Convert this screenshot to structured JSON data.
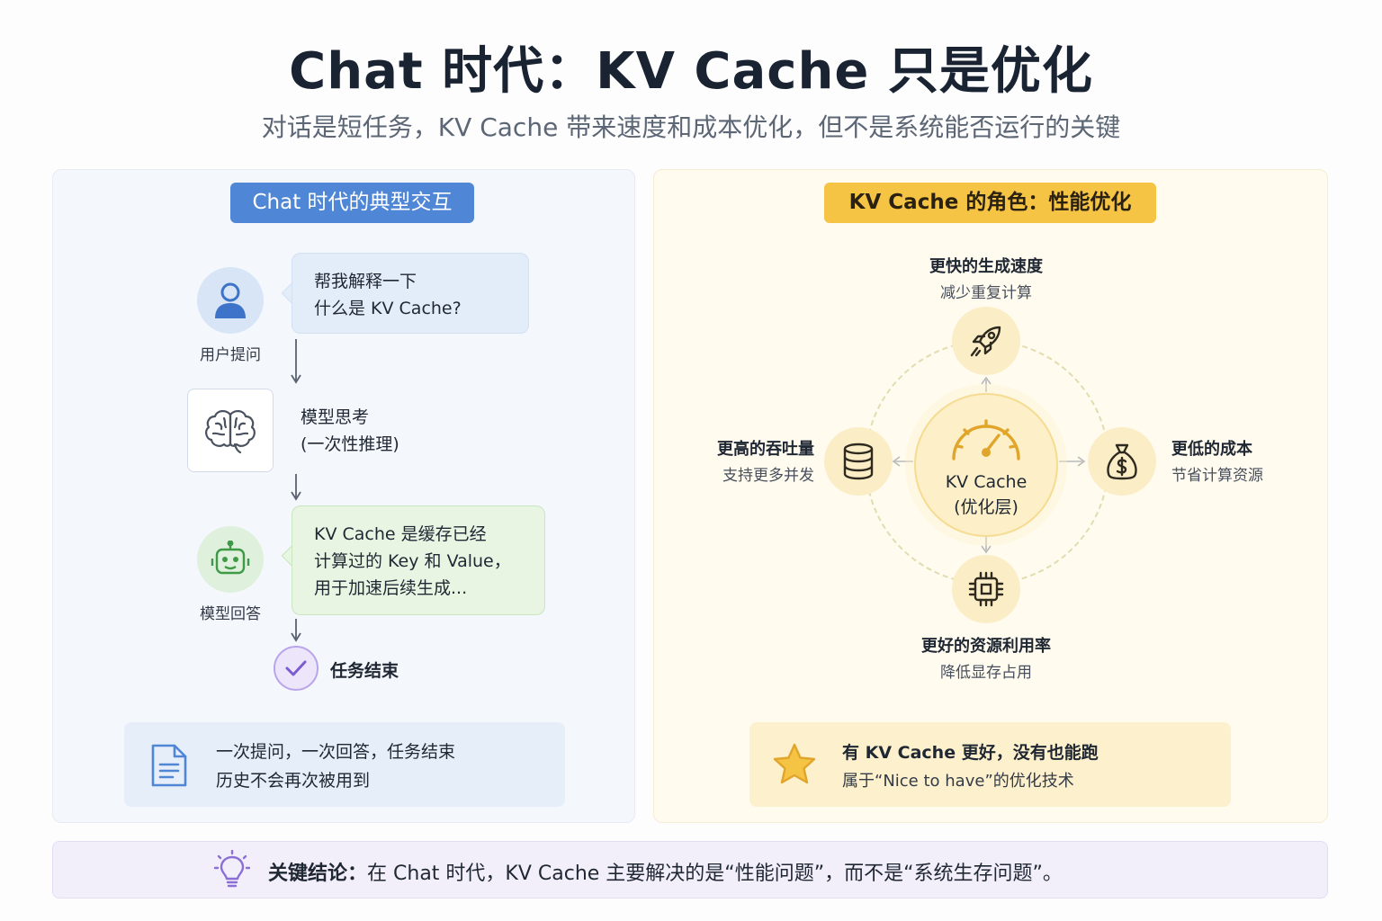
{
  "header": {
    "title": "Chat 时代：KV Cache 只是优化",
    "subtitle": "对话是短任务，KV Cache 带来速度和成本优化，但不是系统能否运行的关键"
  },
  "left": {
    "pill": "Chat 时代的典型交互",
    "user_label": "用户提问",
    "question_line1": "帮我解释一下",
    "question_line2": "什么是 KV Cache?",
    "think_line1": "模型思考",
    "think_line2": "(一次性推理)",
    "answer_line1": "KV Cache 是缓存已经",
    "answer_line2": "计算过的 Key 和 Value，",
    "answer_line3": "用于加速后续生成...",
    "bot_label": "模型回答",
    "done": "任务结束",
    "note_line1": "一次提问，一次回答，任务结束",
    "note_line2": "历史不会再次被用到"
  },
  "right": {
    "pill": "KV Cache 的角色：性能优化",
    "center_line1": "KV Cache",
    "center_line2": "(优化层)",
    "top_title": "更快的生成速度",
    "top_sub": "减少重复计算",
    "left_title": "更高的吞吐量",
    "left_sub": "支持更多并发",
    "right_title": "更低的成本",
    "right_sub": "节省计算资源",
    "bottom_title": "更好的资源利用率",
    "bottom_sub": "降低显存占用",
    "note_title": "有 KV Cache 更好，没有也能跑",
    "note_sub": "属于“Nice to have”的优化技术"
  },
  "footer": {
    "label": "关键结论：",
    "text": "在 Chat 时代，KV Cache 主要解决的是“性能问题”，而不是“系统生存问题”。"
  },
  "colors": {
    "blue_accent": "#4f86d6",
    "gold_accent": "#f6c445",
    "purple_accent": "#8b6fd6",
    "icon_dark": "#2e2a20"
  },
  "icons": [
    "user-icon",
    "brain-icon",
    "robot-icon",
    "check-icon",
    "document-icon",
    "rocket-icon",
    "speedometer-icon",
    "database-icon",
    "money-bag-icon",
    "chip-icon",
    "star-icon",
    "lightbulb-icon"
  ]
}
